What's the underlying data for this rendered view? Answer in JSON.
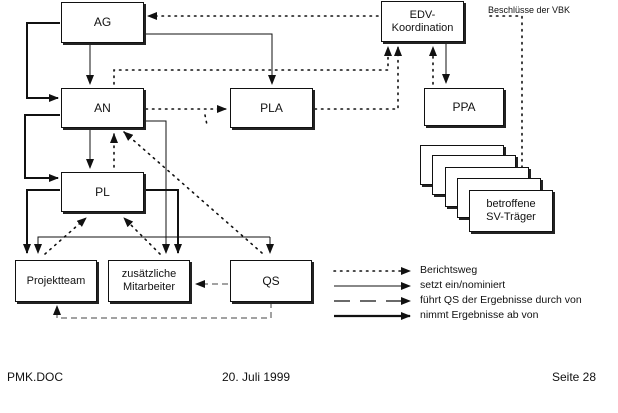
{
  "diagram": {
    "nodes": {
      "ag": "AG",
      "an": "AN",
      "pl": "PL",
      "pla": "PLA",
      "edv_line1": "EDV-",
      "edv_line2": "Koordination",
      "ppa": "PPA",
      "sv_line1": "betroffene",
      "sv_line2": "SV-Träger",
      "projektteam": "Projektteam",
      "mitarbeiter_line1": "zusätzliche",
      "mitarbeiter_line2": "Mitarbeiter",
      "qs": "QS"
    },
    "annotation": "Beschlüsse der VBK"
  },
  "legend": [
    {
      "style": "dotted",
      "label": "Berichtsweg"
    },
    {
      "style": "solid",
      "label": "setzt ein/nominiert"
    },
    {
      "style": "dashed",
      "label": "führt QS der Ergebnisse durch von"
    },
    {
      "style": "thick",
      "label": "nimmt Ergebnisse ab von"
    }
  ],
  "footer": {
    "left": "PMK.DOC",
    "center": "20. Juli 1999",
    "right": "Seite 28"
  }
}
